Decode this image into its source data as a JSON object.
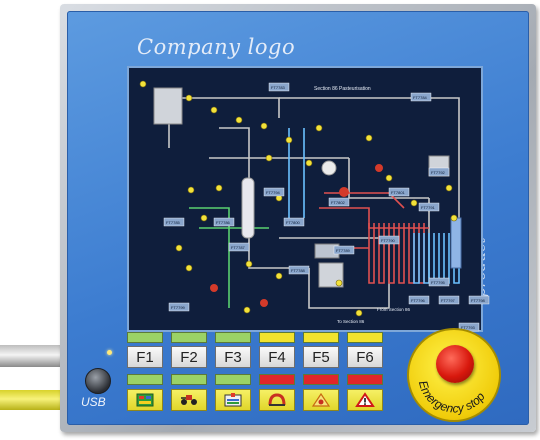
{
  "panel": {
    "logo_text": "Company logo",
    "side_text": "product"
  },
  "screen": {
    "title": "Section 86 Pasteurisation",
    "tags": [
      "FT7783",
      "FT7784",
      "FT7785",
      "FT7786",
      "FT7787",
      "FT7788",
      "FT7789",
      "FT7790",
      "FT7791",
      "FT7792",
      "FT7793",
      "FT7794",
      "FT7795",
      "FT7796",
      "FT7797",
      "FT7798",
      "FT7799",
      "FT7800",
      "FT7801",
      "FT7802"
    ],
    "labels": [
      "From Section 86",
      "To Section 86"
    ]
  },
  "leds_top": [
    "green",
    "green",
    "green",
    "yellow",
    "yellow",
    "yellow"
  ],
  "function_keys": [
    "F1",
    "F2",
    "F3",
    "F4",
    "F5",
    "F6"
  ],
  "leds_bottom": [
    "green",
    "green",
    "green",
    "red",
    "red",
    "red"
  ],
  "icon_keys": [
    "database-icon",
    "conveyor-icon",
    "alarm-list-icon",
    "tank-icon",
    "maintenance-icon",
    "warning-icon"
  ],
  "usb_label": "USB",
  "emergency_stop_label": "Emergency stop",
  "colors": {
    "led_green": "#9bd266",
    "led_yellow": "#f2e32e",
    "led_red": "#e0262a",
    "panel_blue": "#3c7cd0",
    "screen_bg": "#0f1e3c"
  }
}
